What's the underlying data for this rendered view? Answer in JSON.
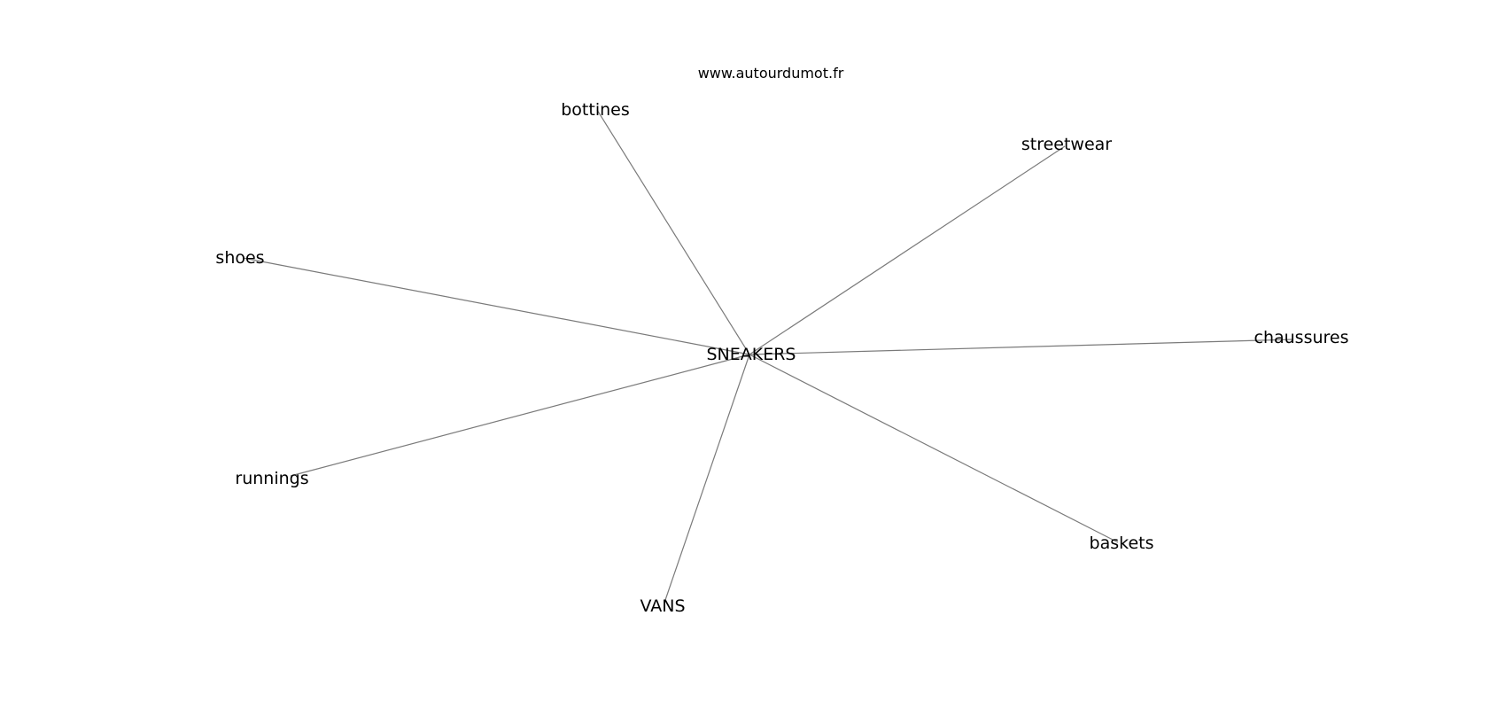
{
  "source": "www.autourdumot.fr",
  "graph": {
    "center": "SNEAKERS",
    "neighbors": [
      "bottines",
      "streetwear",
      "shoes",
      "chaussures",
      "runnings",
      "baskets",
      "VANS"
    ]
  }
}
